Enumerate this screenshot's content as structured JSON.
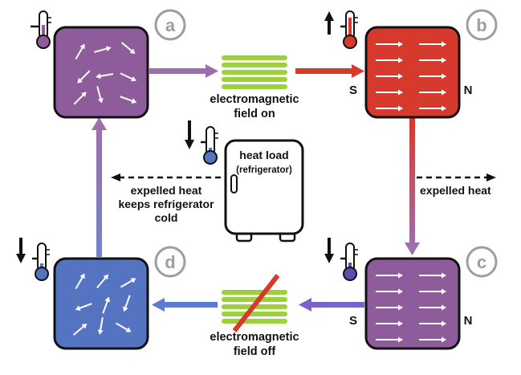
{
  "stages": {
    "a": {
      "letter": "a",
      "color": "#8e5c9b",
      "temp": "neutral"
    },
    "b": {
      "letter": "b",
      "color": "#d63a2c",
      "temp": "up"
    },
    "c": {
      "letter": "c",
      "color": "#8e5c9b",
      "temp": "down"
    },
    "d": {
      "letter": "d",
      "color": "#5473c1",
      "temp": "down"
    }
  },
  "labels": {
    "field_on": [
      "electromagnetic",
      "field on"
    ],
    "field_off": [
      "electromagnetic",
      "field off"
    ],
    "expelled_heat_right": "expelled heat",
    "expelled_heat_left": [
      "expelled heat",
      "keeps refrigerator",
      "cold"
    ],
    "heat_load": [
      "heat load",
      "(refrigerator)"
    ],
    "pole_s": "S",
    "pole_n": "N"
  },
  "colors": {
    "arrow_purple": "#9c6faa",
    "arrow_red": "#d63a2c",
    "arrow_blue": "#6f85c9",
    "coil_green": "#9bd13a",
    "slash_red": "#d63a2c",
    "badge_gray": "#9e9e9e"
  },
  "icons": [
    "thermometer-icon",
    "moment-arrow-icon",
    "refrigerator-icon",
    "coil-icon"
  ]
}
